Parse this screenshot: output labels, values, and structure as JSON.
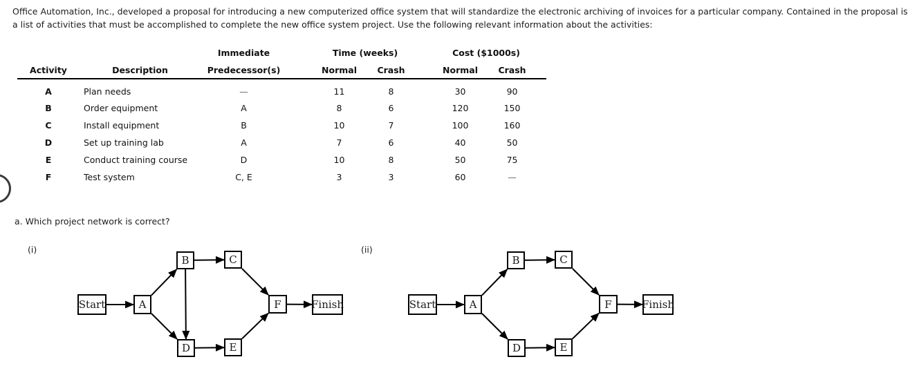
{
  "intro": "Office Automation, Inc., developed a proposal for introducing a new computerized office system that will standardize the electronic archiving of invoices for a particular company. Contained in the proposal is a list of activities that must be accomplished to complete the new office system project. Use the following relevant information about the activities:",
  "table": {
    "group_headers": {
      "immediate": "Immediate",
      "time": "Time (weeks)",
      "cost": "Cost ($1000s)"
    },
    "col_headers": {
      "activity": "Activity",
      "description": "Description",
      "predecessor": "Predecessor(s)",
      "time_normal": "Normal",
      "time_crash": "Crash",
      "cost_normal": "Normal",
      "cost_crash": "Crash"
    },
    "rows": [
      {
        "activity": "A",
        "description": "Plan needs",
        "predecessor": "—",
        "time_normal": "11",
        "time_crash": "8",
        "cost_normal": "30",
        "cost_crash": "90"
      },
      {
        "activity": "B",
        "description": "Order equipment",
        "predecessor": "A",
        "time_normal": "8",
        "time_crash": "6",
        "cost_normal": "120",
        "cost_crash": "150"
      },
      {
        "activity": "C",
        "description": "Install equipment",
        "predecessor": "B",
        "time_normal": "10",
        "time_crash": "7",
        "cost_normal": "100",
        "cost_crash": "160"
      },
      {
        "activity": "D",
        "description": "Set up training lab",
        "predecessor": "A",
        "time_normal": "7",
        "time_crash": "6",
        "cost_normal": "40",
        "cost_crash": "50"
      },
      {
        "activity": "E",
        "description": "Conduct training course",
        "predecessor": "D",
        "time_normal": "10",
        "time_crash": "8",
        "cost_normal": "50",
        "cost_crash": "75"
      },
      {
        "activity": "F",
        "description": "Test system",
        "predecessor": "C, E",
        "time_normal": "3",
        "time_crash": "3",
        "cost_normal": "60",
        "cost_crash": "—"
      }
    ]
  },
  "question": "a. Which project network is correct?",
  "colors": {
    "text": "#1c1c1c",
    "line": "#000000"
  },
  "diagrams": [
    {
      "label": "(i)",
      "nodes": [
        {
          "id": "start",
          "label": "Start"
        },
        {
          "id": "A",
          "label": "A"
        },
        {
          "id": "B",
          "label": "B"
        },
        {
          "id": "C",
          "label": "C"
        },
        {
          "id": "D",
          "label": "D"
        },
        {
          "id": "E",
          "label": "E"
        },
        {
          "id": "F",
          "label": "F"
        },
        {
          "id": "finish",
          "label": "Finish"
        }
      ],
      "edges": [
        [
          "start",
          "A"
        ],
        [
          "A",
          "B"
        ],
        [
          "A",
          "D"
        ],
        [
          "B",
          "C"
        ],
        [
          "B",
          "D"
        ],
        [
          "C",
          "F"
        ],
        [
          "D",
          "E"
        ],
        [
          "E",
          "F"
        ],
        [
          "F",
          "finish"
        ]
      ]
    },
    {
      "label": "(ii)",
      "nodes": [
        {
          "id": "start",
          "label": "Start"
        },
        {
          "id": "A",
          "label": "A"
        },
        {
          "id": "B",
          "label": "B"
        },
        {
          "id": "C",
          "label": "C"
        },
        {
          "id": "D",
          "label": "D"
        },
        {
          "id": "E",
          "label": "E"
        },
        {
          "id": "F",
          "label": "F"
        },
        {
          "id": "finish",
          "label": "Finish"
        }
      ],
      "edges": [
        [
          "start",
          "A"
        ],
        [
          "A",
          "B"
        ],
        [
          "A",
          "D"
        ],
        [
          "B",
          "C"
        ],
        [
          "C",
          "F"
        ],
        [
          "D",
          "E"
        ],
        [
          "E",
          "F"
        ],
        [
          "F",
          "finish"
        ]
      ]
    }
  ]
}
